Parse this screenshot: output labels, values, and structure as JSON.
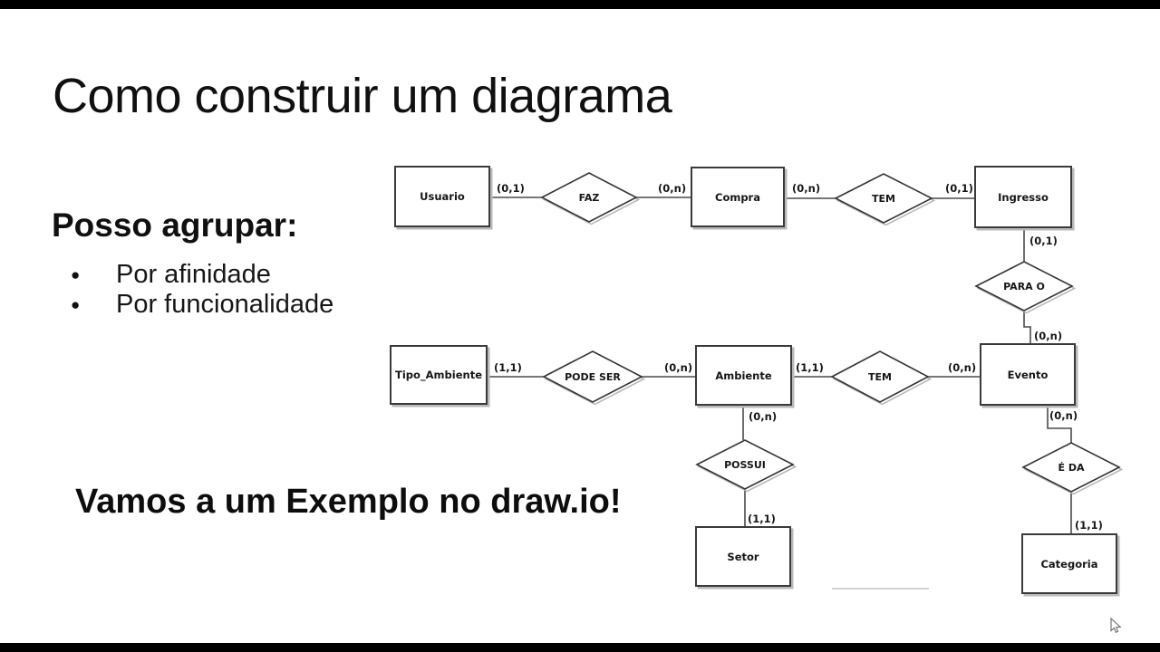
{
  "page": {
    "background": "#ffffff",
    "letterbox_color": "#000000"
  },
  "slide": {
    "title": "Como construir um diagrama",
    "group_heading": "Posso agrupar:",
    "bullets": [
      {
        "marker": "●",
        "text": "Por afinidade"
      },
      {
        "marker": "●",
        "text": "Por funcionalidade"
      }
    ],
    "callout": "Vamos a um Exemplo no draw.io!"
  },
  "diagram": {
    "entities": {
      "usuario": "Usuario",
      "compra": "Compra",
      "ingresso": "Ingresso",
      "tipo_ambiente": "Tipo_Ambiente",
      "ambiente": "Ambiente",
      "evento": "Evento",
      "setor": "Setor",
      "categoria": "Categoria"
    },
    "relationships": {
      "faz": "FAZ",
      "tem1": "TEM",
      "para_o": "PARA O",
      "pode_ser": "PODE SER",
      "tem2": "TEM",
      "possui": "POSSUI",
      "e_da": "É DA"
    },
    "cardinalities": [
      "(0,1)",
      "(0,n)",
      "(0,n)",
      "(0,1)",
      "(0,1)",
      "(0,n)",
      "(1,1)",
      "(0,n)",
      "(1,1)",
      "(0,n)",
      "(0,n)",
      "(0,n)",
      "(1,1)",
      "(1,1)"
    ],
    "line_color": "#4a4a4a",
    "shadow_color": "#b9b9b9"
  }
}
